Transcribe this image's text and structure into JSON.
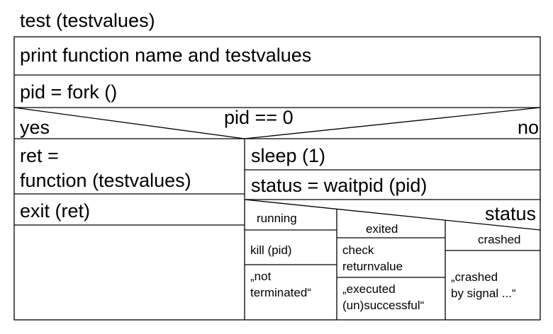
{
  "title": "test (testvalues)",
  "steps": {
    "print": "print function name and testvalues",
    "fork": "pid = fork ()"
  },
  "branch": {
    "condition": "pid == 0",
    "yes_label": "yes",
    "no_label": "no"
  },
  "yes_branch": {
    "ret_line1": "ret =",
    "ret_line2": "function (testvalues)",
    "exit": "exit (ret)"
  },
  "no_branch": {
    "sleep": "sleep (1)",
    "waitpid": "status = waitpid (pid)",
    "switch_label": "status",
    "cases": {
      "running": {
        "label": "running",
        "action": "kill (pid)",
        "message_line1": "„not",
        "message_line2": "terminated“"
      },
      "exited": {
        "label": "exited",
        "action_line1": "check",
        "action_line2": "returnvalue",
        "message_line1": "„executed",
        "message_line2": "(un)successful“"
      },
      "crashed": {
        "label": "crashed",
        "message_line1": "„crashed",
        "message_line2": "by signal ...“"
      }
    }
  }
}
